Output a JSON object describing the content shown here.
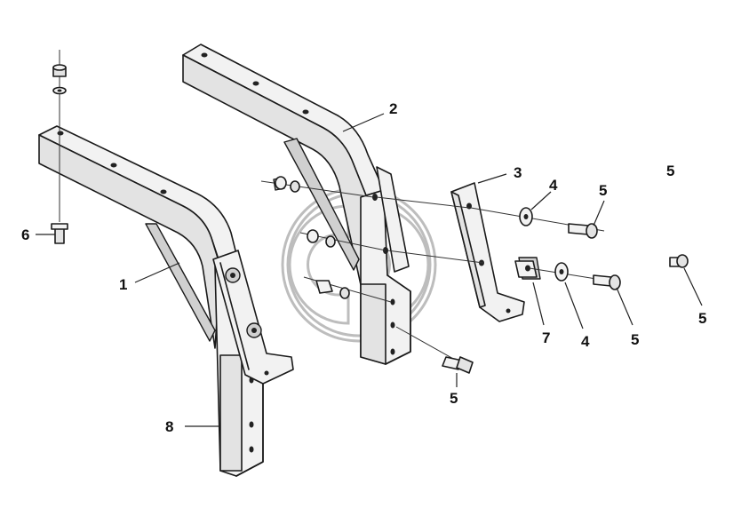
{
  "callouts": {
    "c1": "1",
    "c2": "2",
    "c3": "3",
    "c4a": "4",
    "c4b": "4",
    "c5a": "5",
    "c5b": "5",
    "c5c": "5",
    "c5d": "5",
    "c5e": "5",
    "c6": "6",
    "c7": "7",
    "c8": "8"
  }
}
